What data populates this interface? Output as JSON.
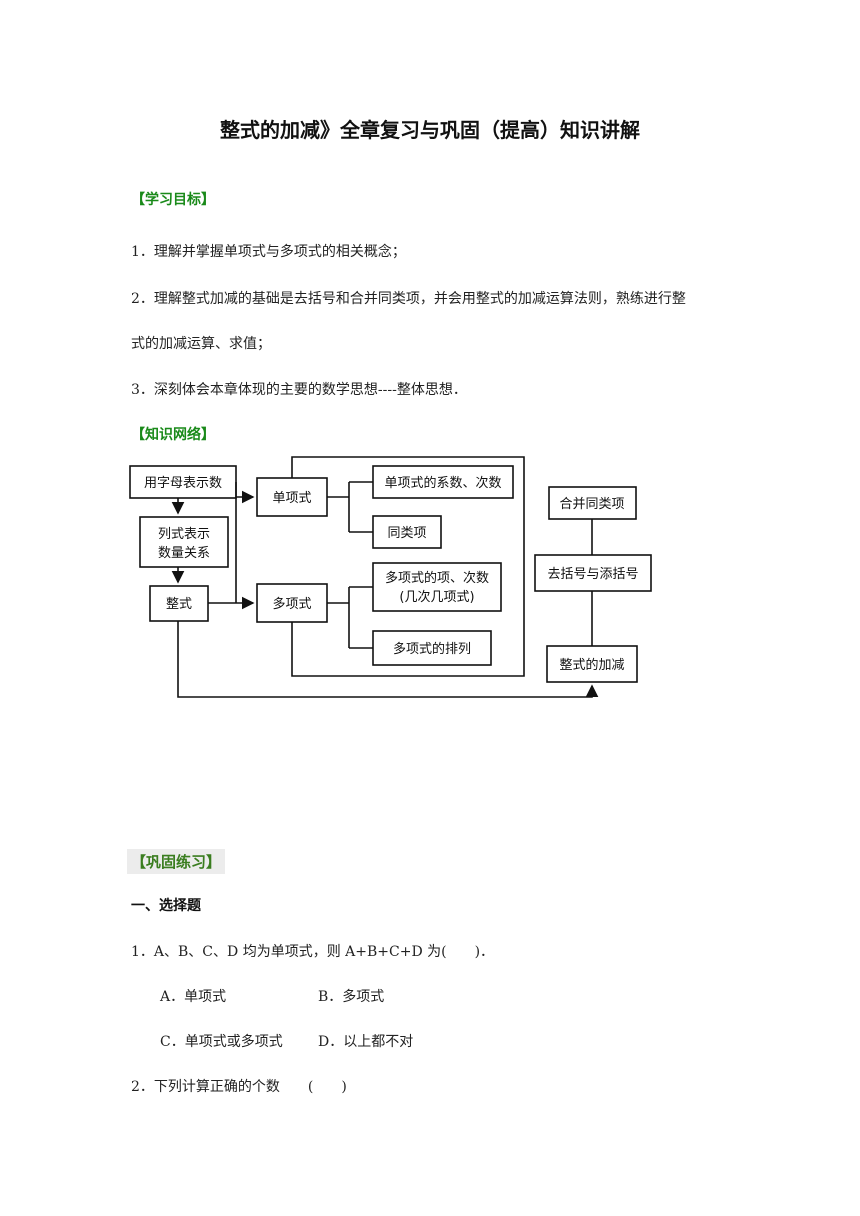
{
  "title": "整式的加减》全章复习与巩固（提高）知识讲解",
  "goals": {
    "heading": "【学习目标】",
    "items": [
      "1．理解并掌握单项式与多项式的相关概念；",
      "2．理解整式加减的基础是去括号和合并同类项，并会用整式的加减运算法则，熟练进行整",
      "式的加减运算、求值；",
      "3．深刻体会本章体现的主要的数学思想----整体思想．"
    ]
  },
  "network": {
    "heading": "【知识网络】",
    "nodes": {
      "letters": "用字母表示数",
      "expr1": "列式表示",
      "expr2": "数量关系",
      "integral": "整式",
      "mono": "单项式",
      "mono_coef": "单项式的系数、次数",
      "like_terms": "同类项",
      "poly": "多项式",
      "poly_terms1": "多项式的项、次数",
      "poly_terms2": "(几次几项式)",
      "poly_order": "多项式的排列",
      "combine": "合并同类项",
      "brackets": "去括号与添括号",
      "addsub": "整式的加减"
    }
  },
  "practice": {
    "heading": "【巩固练习】",
    "section1": "一、选择题",
    "q1": "1．A、B、C、D 均为单项式，则 A+B+C+D 为(　　)．",
    "q1_a": "A．单项式",
    "q1_b": "B．多项式",
    "q1_c": "C．单项式或多项式",
    "q1_d": "D．以上都不对",
    "q2": "2．下列计算正确的个数　　(　　)"
  }
}
